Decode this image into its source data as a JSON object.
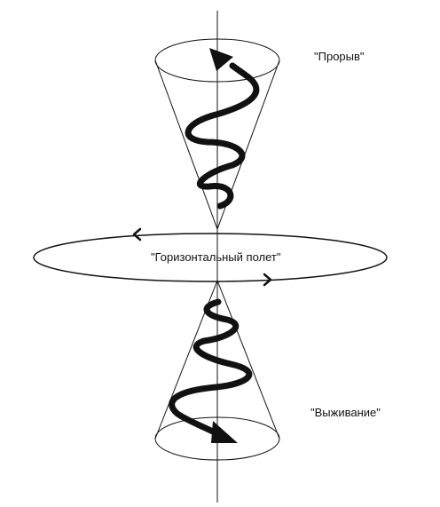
{
  "labels": {
    "top": "\"Прорыв\"",
    "middle": "\"Горизонтальный полет\"",
    "bottom": "\"Выживание\""
  },
  "colors": {
    "line": "#111111",
    "background": "#ffffff"
  }
}
